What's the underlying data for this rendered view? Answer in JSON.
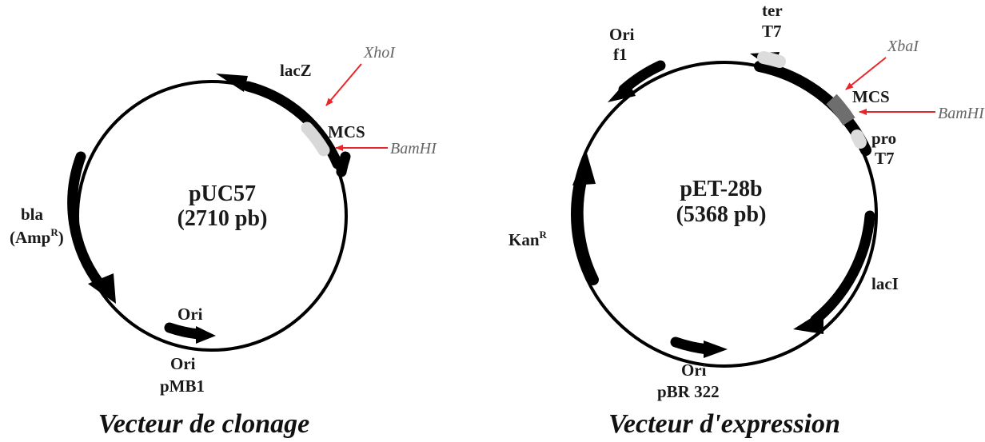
{
  "colors": {
    "backbone": "#000000",
    "feature": "#000000",
    "restriction_arrow": "#e8262a",
    "mcs_light": "#d8d8d8",
    "mcs_dark": "#6e6e6e",
    "promoter_terminator": "#dcdcdc",
    "enzyme_text": "#666666"
  },
  "left_plasmid": {
    "name": "pUC57",
    "size": "(2710 pb)",
    "caption": "Vecteur de clonage",
    "features": {
      "lacz": "lacZ",
      "mcs": "MCS",
      "bla_line1": "bla",
      "amp_main": "(Amp",
      "amp_sup": "R",
      "amp_close": ")",
      "ori_near": "Ori",
      "ori_bottom_line1": "Ori",
      "ori_bottom_line2": "pMB1"
    },
    "enzymes": {
      "top": "XhoI",
      "bottom": "BamHI"
    }
  },
  "right_plasmid": {
    "name": "pET-28b",
    "size": "(5368 pb)",
    "caption": "Vecteur d'expression",
    "features": {
      "ori_f1_line1": "Ori",
      "ori_f1_line2": "f1",
      "ter_line1": "ter",
      "ter_line2": "T7",
      "mcs": "MCS",
      "pro_line1": "pro",
      "pro_line2": "T7",
      "kan_main": "Kan",
      "kan_sup": "R",
      "laci": "lacI",
      "ori_bottom_line1": "Ori",
      "ori_bottom_line2": "pBR 322"
    },
    "enzymes": {
      "top": "XbaI",
      "bottom": "BamHI"
    }
  }
}
